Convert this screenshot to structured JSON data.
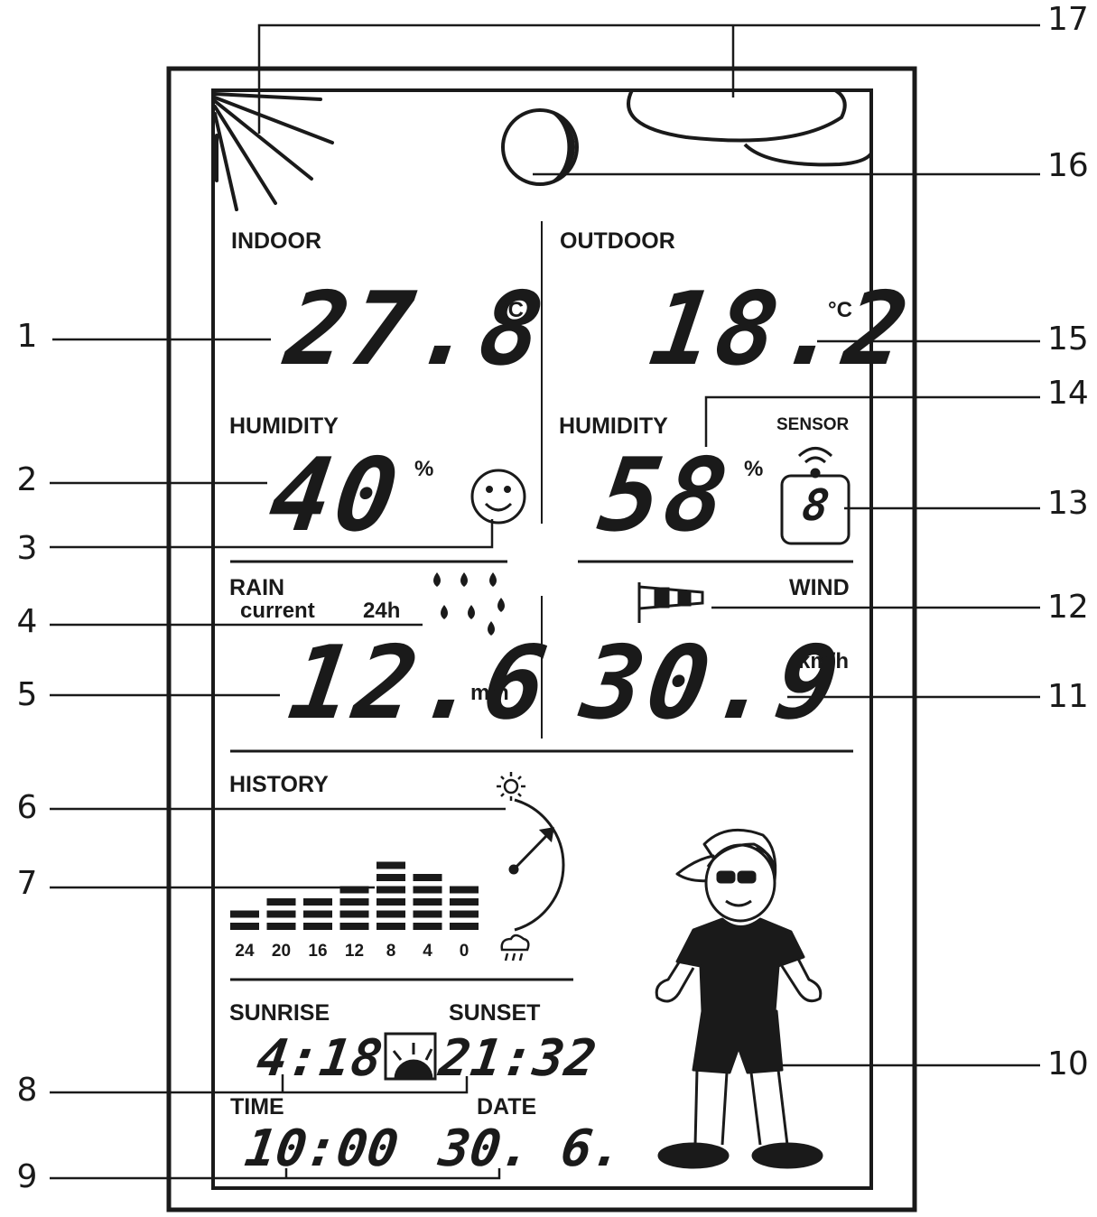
{
  "callouts": [
    {
      "num": "1"
    },
    {
      "num": "2"
    },
    {
      "num": "3"
    },
    {
      "num": "4"
    },
    {
      "num": "5"
    },
    {
      "num": "6"
    },
    {
      "num": "7"
    },
    {
      "num": "8"
    },
    {
      "num": "9"
    },
    {
      "num": "10"
    },
    {
      "num": "11"
    },
    {
      "num": "12"
    },
    {
      "num": "13"
    },
    {
      "num": "14"
    },
    {
      "num": "15"
    },
    {
      "num": "16"
    },
    {
      "num": "17"
    }
  ],
  "indoor": {
    "title": "INDOOR",
    "temperature": "27.8",
    "temp_unit": "°C",
    "humidity_label": "HUMIDITY",
    "humidity": "40",
    "humidity_unit": "%",
    "comfort_icon": "smiley-face-icon"
  },
  "outdoor": {
    "title": "OUTDOOR",
    "temperature": "18.2",
    "temp_unit": "°C",
    "humidity_label": "HUMIDITY",
    "humidity": "58",
    "humidity_unit": "%",
    "sensor_label": "SENSOR",
    "sensor_channel": "8"
  },
  "rain": {
    "title": "RAIN",
    "current_label": "current",
    "period_label": "24h",
    "value": "12.6",
    "unit": "mm"
  },
  "wind": {
    "title": "WIND",
    "value": "30.9",
    "unit": "km/h"
  },
  "history": {
    "title": "HISTORY",
    "hours": [
      "24",
      "20",
      "16",
      "12",
      "8",
      "4",
      "0"
    ],
    "bar_levels": [
      2,
      3,
      3,
      4,
      6,
      5,
      4
    ],
    "max_level": 6
  },
  "sun": {
    "sunrise_label": "SUNRISE",
    "sunrise": "4:18",
    "sunset_label": "SUNSET",
    "sunset": "21:32"
  },
  "clock": {
    "time_label": "TIME",
    "time": "10:00",
    "date_label": "DATE",
    "date": "30. 6."
  },
  "colors": {
    "ink": "#1a1a1a",
    "background": "#ffffff"
  }
}
